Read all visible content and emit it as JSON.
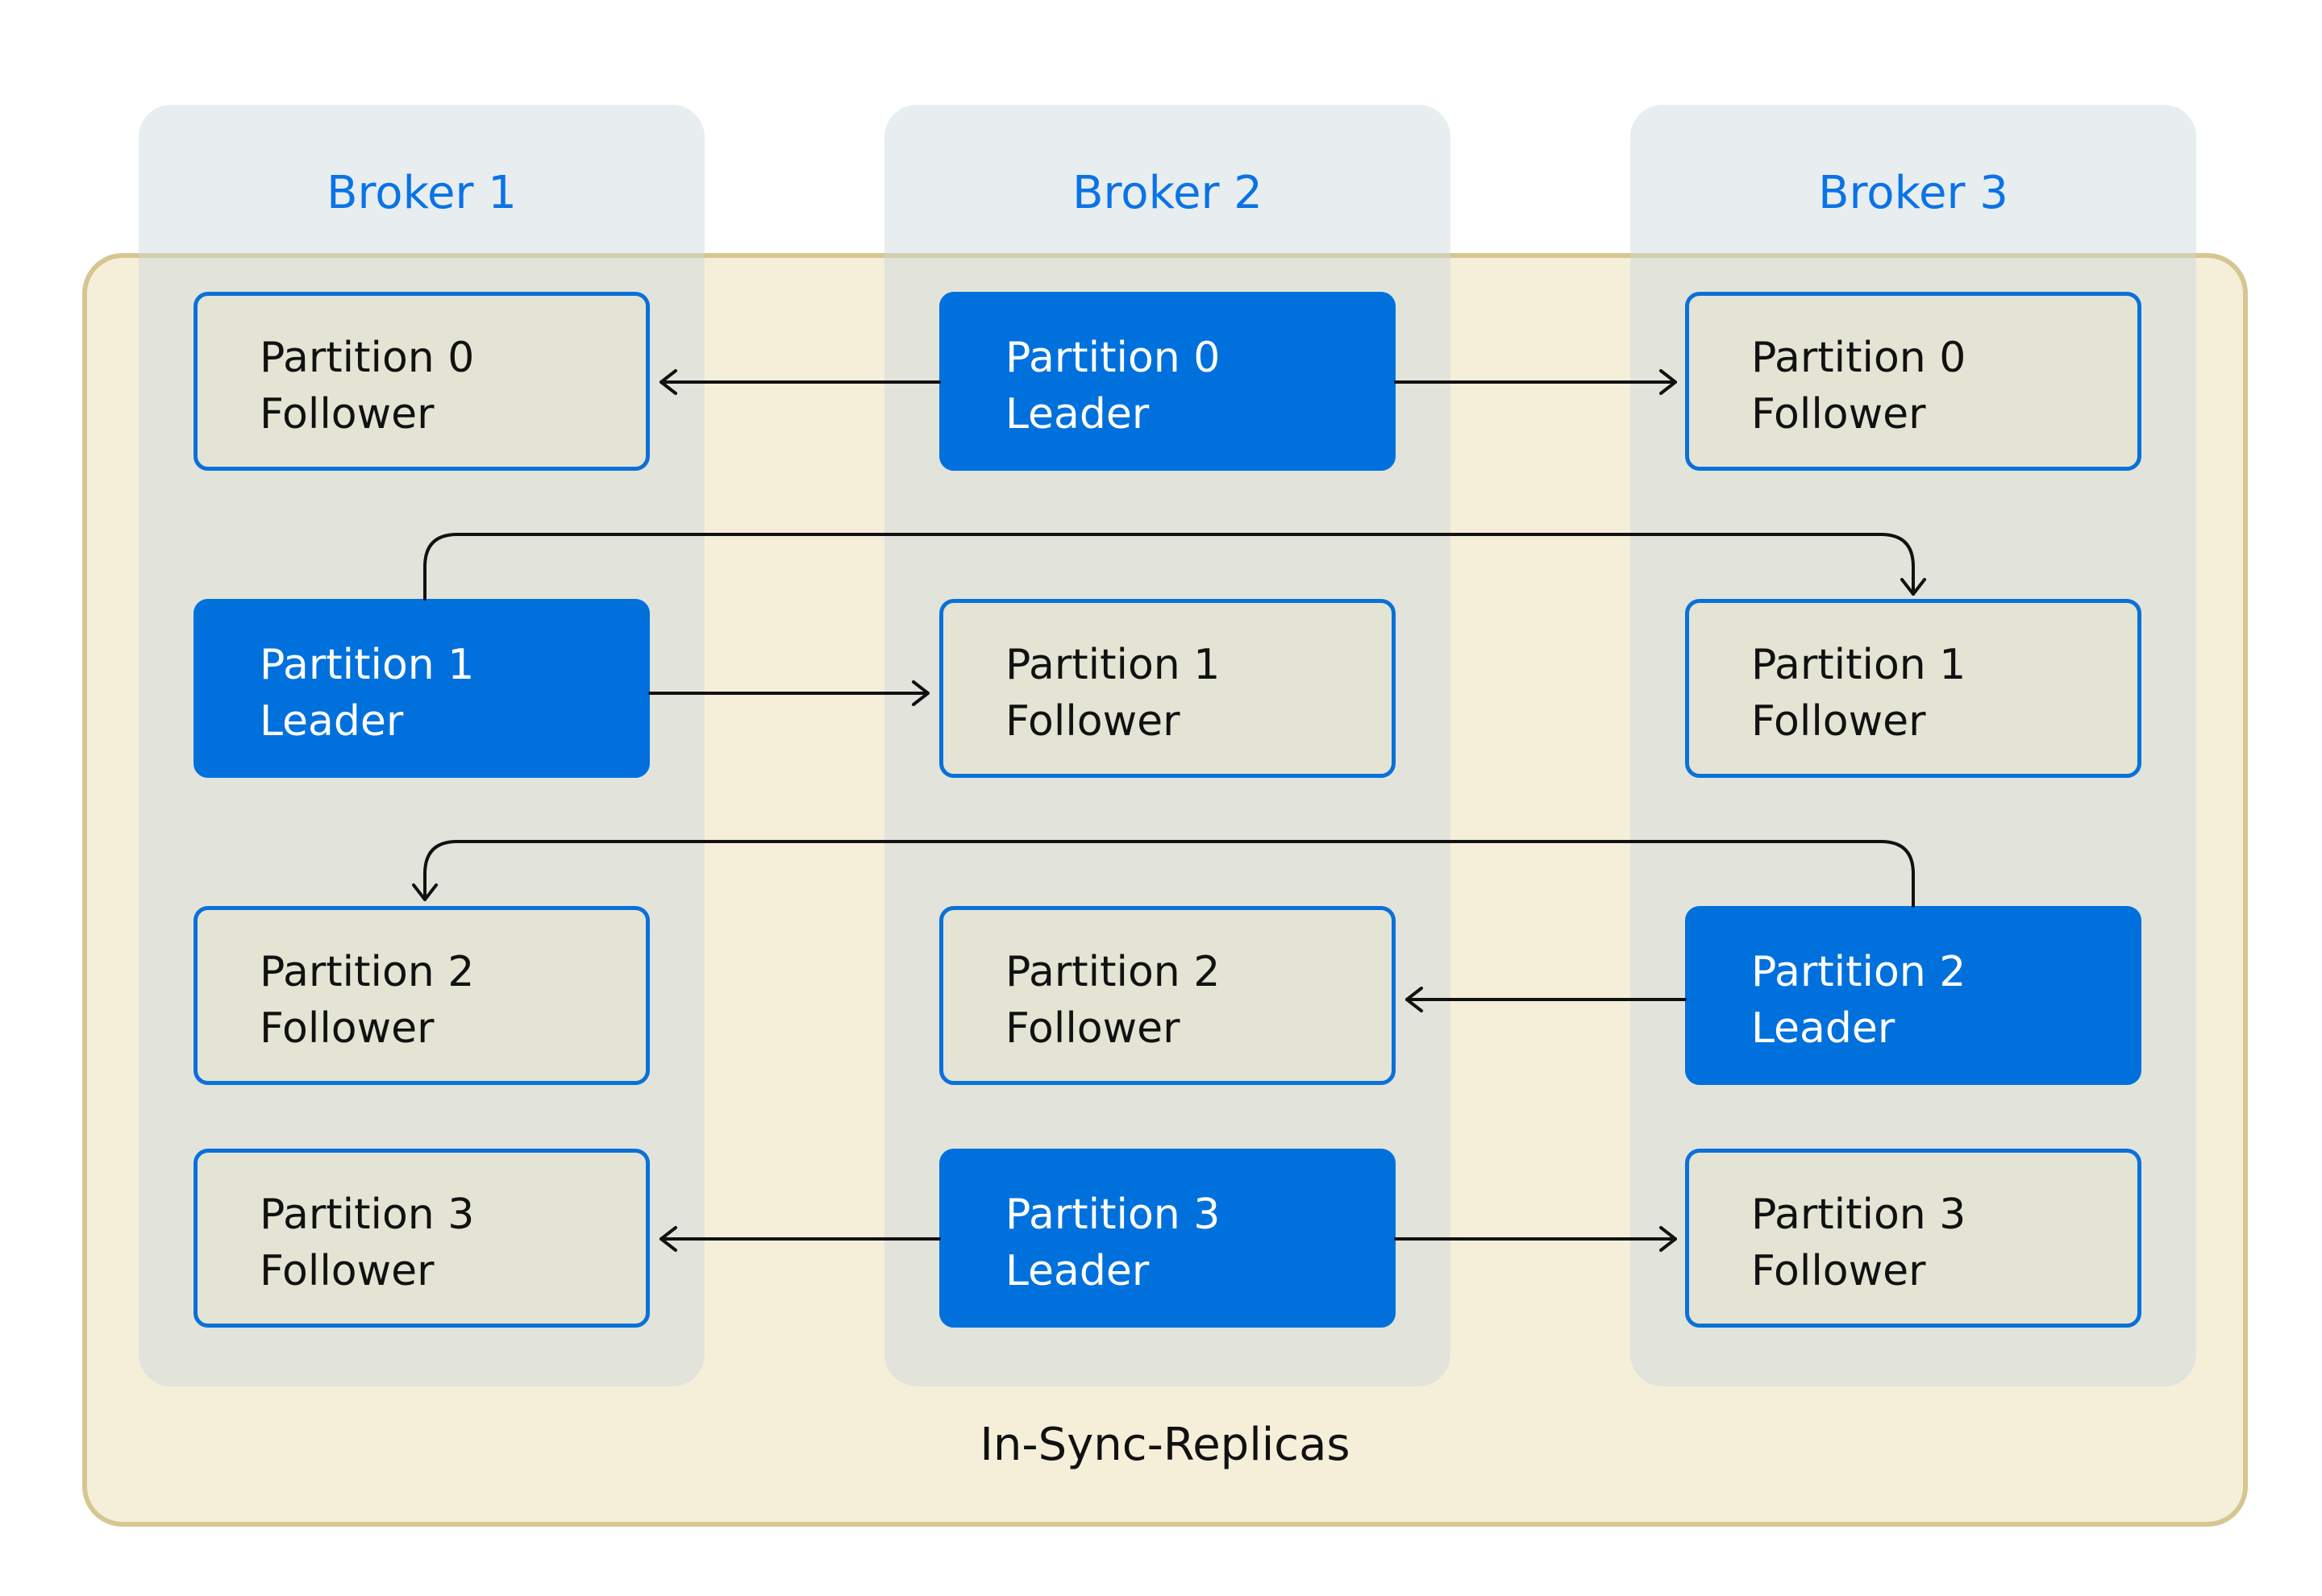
{
  "brokers": [
    {
      "title": "Broker 1"
    },
    {
      "title": "Broker 2"
    },
    {
      "title": "Broker 3"
    }
  ],
  "partitions": [
    {
      "name": "Partition 0",
      "roles": [
        "Follower",
        "Leader",
        "Follower"
      ]
    },
    {
      "name": "Partition 1",
      "roles": [
        "Leader",
        "Follower",
        "Follower"
      ]
    },
    {
      "name": "Partition 2",
      "roles": [
        "Follower",
        "Follower",
        "Leader"
      ]
    },
    {
      "name": "Partition 3",
      "roles": [
        "Follower",
        "Leader",
        "Follower"
      ]
    }
  ],
  "isr_label": "In-Sync-Replicas",
  "colors": {
    "accent": "#0071dc",
    "isr_fill": "#f5efda",
    "isr_border": "#d6c690",
    "broker_title": "#0a73e6"
  }
}
